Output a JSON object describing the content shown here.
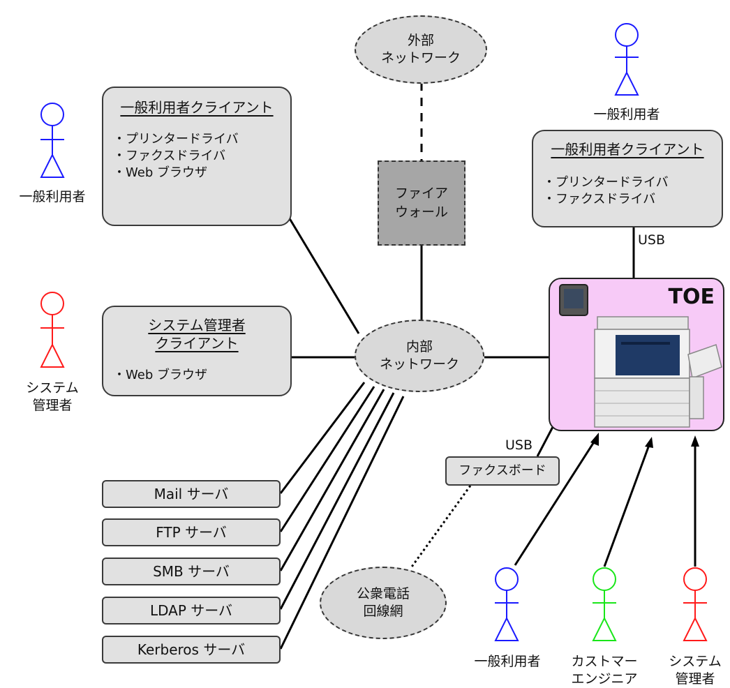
{
  "clients": {
    "left_user": {
      "title": "一般利用者クライアント",
      "items": [
        "・プリンタードライバ",
        "・ファクスドライバ",
        "・Web ブラウザ"
      ]
    },
    "admin": {
      "title_line1": "システム管理者",
      "title_line2": "クライアント",
      "items": [
        "・Web ブラウザ"
      ]
    },
    "right_user": {
      "title": "一般利用者クライアント",
      "items": [
        "・プリンタードライバ",
        "・ファクスドライバ"
      ]
    }
  },
  "actors": {
    "left_user": "一般利用者",
    "left_admin_line1": "システム",
    "left_admin_line2": "管理者",
    "top_right_user": "一般利用者",
    "bottom_user": "一般利用者",
    "customer_engineer_line1": "カストマー",
    "customer_engineer_line2": "エンジニア",
    "bottom_admin_line1": "システム",
    "bottom_admin_line2": "管理者"
  },
  "actor_colors": {
    "user": "#1a1aff",
    "admin": "#ff1a1a",
    "engineer": "#19e619"
  },
  "networks": {
    "external_line1": "外部",
    "external_line2": "ネットワーク",
    "internal_line1": "内部",
    "internal_line2": "ネットワーク",
    "firewall_line1": "ファイア",
    "firewall_line2": "ウォール",
    "phone_line1": "公衆電話",
    "phone_line2": "回線網"
  },
  "servers": [
    "Mail サーバ",
    "FTP サーバ",
    "SMB サーバ",
    "LDAP サーバ",
    "Kerberos サーバ"
  ],
  "toe": {
    "title": "TOE",
    "background": "#f7caf7"
  },
  "connections": {
    "usb_top": "USB",
    "usb_fax": "USB"
  },
  "fax_board": "ファクスボード"
}
